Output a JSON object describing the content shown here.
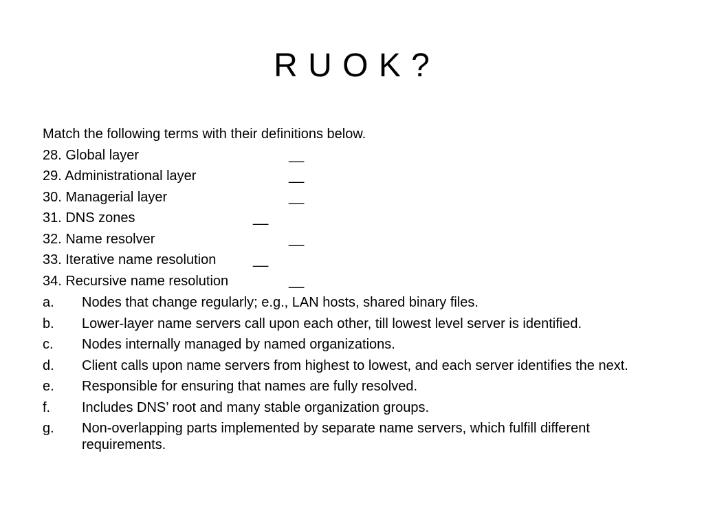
{
  "title": "R U O K ?",
  "instruction": "Match the following terms with their definitions below.",
  "terms": [
    {
      "label": "28. Global layer",
      "blank": "__"
    },
    {
      "label": "29. Administrational layer",
      "blank": "__"
    },
    {
      "label": "30. Managerial layer",
      "blank": "__"
    },
    {
      "label": "31. DNS zones",
      "blank": "__"
    },
    {
      "label": "32. Name resolver",
      "blank": "__"
    },
    {
      "label": "33. Iterative name resolution",
      "blank": "__"
    },
    {
      "label": "34. Recursive name resolution",
      "blank": "__"
    }
  ],
  "definitions": [
    {
      "letter": "a.",
      "text": "Nodes that change regularly; e.g., LAN hosts, shared binary files."
    },
    {
      "letter": "b.",
      "text": "Lower-layer name servers call upon each other, till lowest level server is identified."
    },
    {
      "letter": "c.",
      "text": "Nodes internally managed by named organizations."
    },
    {
      "letter": "d.",
      "text": "Client calls upon name servers from highest to lowest, and each server identifies the next."
    },
    {
      "letter": "e.",
      "text": "Responsible for ensuring that names are fully resolved."
    },
    {
      "letter": "f.",
      "text": "Includes DNS’ root and many stable organization groups."
    },
    {
      "letter": "g.",
      "text": "Non-overlapping parts implemented by separate name servers, which fulfill different requirements."
    }
  ]
}
